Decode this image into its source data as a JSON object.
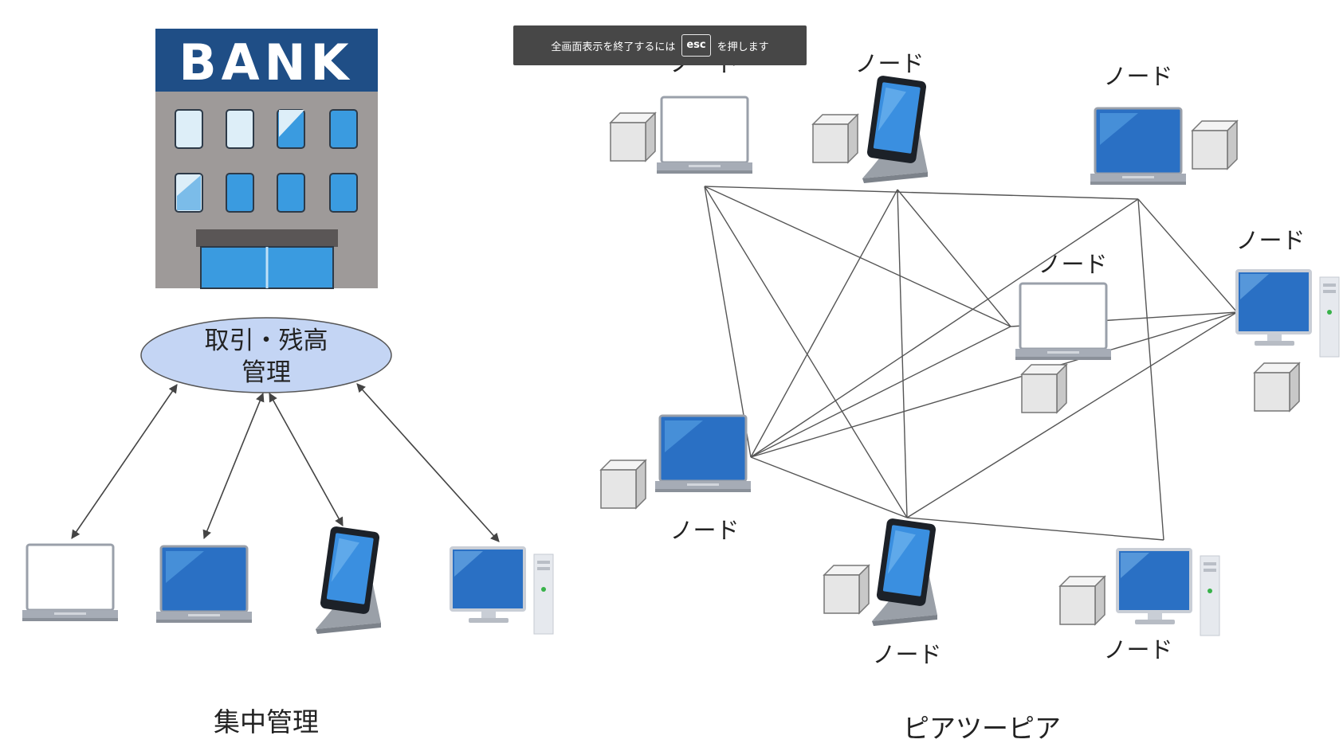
{
  "colors": {
    "bank_navy": "#1f4e86",
    "bank_gray": "#9e9a99",
    "window_blue": "#3a9be0",
    "screen_blue": "#2a70c4",
    "ellipse_fill": "#c4d5f4",
    "device_gray": "#a8aeb8",
    "toast_bg": "#474747"
  },
  "bank": {
    "sign": "BANK",
    "icon": "bank-building-icon"
  },
  "central": {
    "ellipse_line1": "取引・残高",
    "ellipse_line2": "管理",
    "title": "集中管理",
    "devices": [
      "laptop-white-icon",
      "laptop-blue-icon",
      "tablet-icon",
      "desktop-icon"
    ]
  },
  "p2p": {
    "title": "ピアツーピア",
    "nodes": [
      {
        "id": "n1",
        "label": "ノード",
        "device": "laptop-white-icon"
      },
      {
        "id": "n2",
        "label": "ノード",
        "device": "tablet-icon"
      },
      {
        "id": "n3",
        "label": "ノード",
        "device": "laptop-blue-icon"
      },
      {
        "id": "n4",
        "label": "ノード",
        "device": "desktop-icon"
      },
      {
        "id": "n5",
        "label": "ノード",
        "device": "laptop-white-icon"
      },
      {
        "id": "n6",
        "label": "ノード",
        "device": "laptop-blue-icon"
      },
      {
        "id": "n7",
        "label": "ノード",
        "device": "tablet-icon"
      },
      {
        "id": "n8",
        "label": "ノード",
        "device": "desktop-icon"
      }
    ],
    "edges": [
      [
        "n1",
        "n3"
      ],
      [
        "n1",
        "n6"
      ],
      [
        "n1",
        "n7"
      ],
      [
        "n1",
        "n5"
      ],
      [
        "n2",
        "n6"
      ],
      [
        "n2",
        "n7"
      ],
      [
        "n2",
        "n5"
      ],
      [
        "n3",
        "n6"
      ],
      [
        "n3",
        "n8"
      ],
      [
        "n3",
        "n4"
      ],
      [
        "n4",
        "n6"
      ],
      [
        "n4",
        "n7"
      ],
      [
        "n4",
        "n5"
      ],
      [
        "n5",
        "n6"
      ],
      [
        "n6",
        "n7"
      ],
      [
        "n7",
        "n8"
      ]
    ]
  },
  "toast": {
    "before": "全画面表示を終了するには",
    "key": "esc",
    "after": "を押します"
  }
}
